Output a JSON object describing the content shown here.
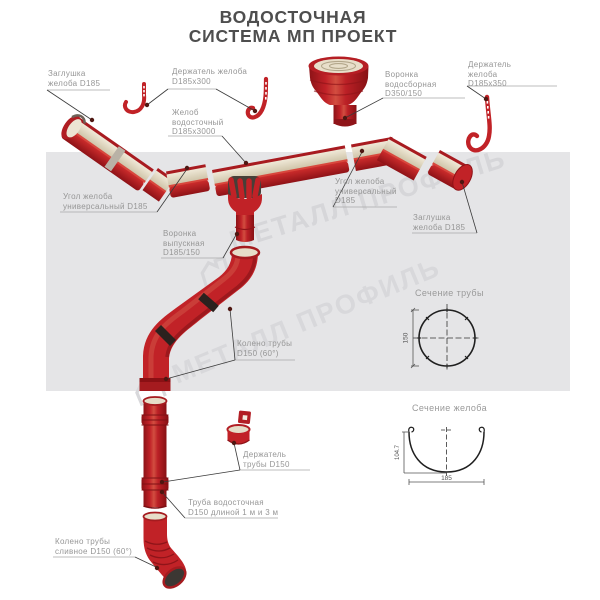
{
  "title": {
    "line1": "ВОДОСТОЧНАЯ",
    "line2": "СИСТЕМА МП ПРОЕКТ"
  },
  "watermark": "МЕТАЛЛ ПРОФИЛЬ",
  "callouts": {
    "zaglushka_left": {
      "line1": "Заглушка",
      "line2": "желоба D185"
    },
    "derzhatel_300": {
      "line1": "Держатель желоба",
      "line2": "D185х300"
    },
    "zhelob": {
      "line1": "Желоб",
      "line2": "водосточный",
      "line3": "D185х3000"
    },
    "voronka_vodosbornaya": {
      "line1": "Воронка",
      "line2": "водосборная",
      "line3": "D350/150"
    },
    "derzhatel_350": {
      "line1": "Держатель",
      "line2": "желоба",
      "line3": "D185х350"
    },
    "ugol_left": {
      "line1": "Угол желоба",
      "line2": "универсальный D185"
    },
    "ugol_right": {
      "line1": "Угол желоба",
      "line2": "универсальный",
      "line3": "D185"
    },
    "zaglushka_right": {
      "line1": "Заглушка",
      "line2": "желоба D185"
    },
    "voronka_vypusknaya": {
      "line1": "Воронка",
      "line2": "выпускная",
      "line3": "D185/150"
    },
    "koleno": {
      "line1": "Колено трубы",
      "line2": "D150 (60°)"
    },
    "derzhatel_truby": {
      "line1": "Держатель",
      "line2": "трубы D150"
    },
    "truba": {
      "line1": "Труба водосточная",
      "line2": "D150 длиной 1 м и 3 м"
    },
    "koleno_slivnoe": {
      "line1": "Колено трубы",
      "line2": "сливное D150 (60°)"
    }
  },
  "sections": {
    "pipe": {
      "title": "Сечение трубы",
      "dim_diameter": "150"
    },
    "gutter": {
      "title": "Сечение желоба",
      "dim_height": "104.7",
      "dim_width": "185"
    }
  },
  "colors": {
    "red": "#c12227",
    "red_dark": "#8e1217",
    "cream": "#e8dfca",
    "band": "#e5e5e7",
    "watermark": "#d8d8db"
  }
}
